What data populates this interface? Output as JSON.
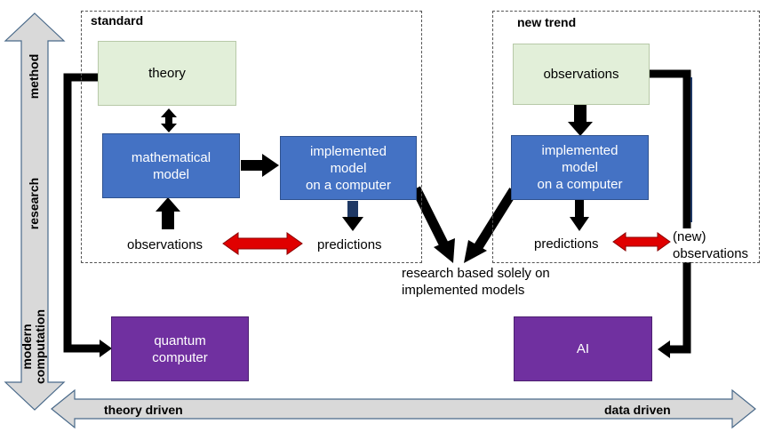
{
  "frames": {
    "standard_title": "standard",
    "new_trend_title": "new trend"
  },
  "standard": {
    "theory": "theory",
    "mathematical_model": "mathematical\nmodel",
    "implemented_model": "implemented\nmodel\non a computer",
    "observations": "observations",
    "predictions": "predictions"
  },
  "new_trend": {
    "observations_box": "observations",
    "implemented_model": "implemented\nmodel\non a computer",
    "predictions": "predictions",
    "new_observations": "(new)\nobservations"
  },
  "center_text": "research based solely on\nimplemented models",
  "quantum_computer": "quantum\ncomputer",
  "ai": "AI",
  "vertical_axis": {
    "method": "method",
    "research": "research",
    "modern_computation": "modern\ncomputation"
  },
  "horizontal_axis": {
    "left": "theory driven",
    "right": "data driven"
  },
  "colors": {
    "green_box": "#e2efd9",
    "blue_box": "#4472c4",
    "purple_box": "#7030a0",
    "red_arrow": "#e00000",
    "axis_arrow": "#d9d9d9"
  }
}
